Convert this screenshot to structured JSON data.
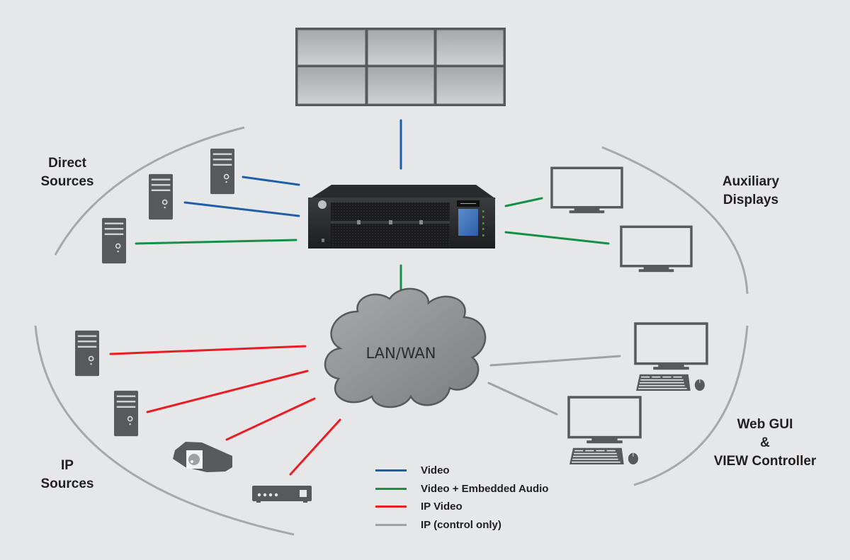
{
  "colors": {
    "background": "#e6e7e9",
    "video": "#1f5fa8",
    "video_audio": "#149147",
    "ip_video": "#ec1c24",
    "ip_control": "#a0a1a3",
    "icon": "#58595b",
    "arc": "#a7a8aa"
  },
  "labels": {
    "direct_sources": [
      "Direct",
      "Sources"
    ],
    "ip_sources": [
      "IP",
      "Sources"
    ],
    "auxiliary_displays": [
      "Auxiliary",
      "Displays"
    ],
    "web_gui": [
      "Web GUI",
      "&",
      "VIEW Controller"
    ]
  },
  "network": {
    "cloud_label": "LAN/WAN"
  },
  "devices": {
    "video_wall": {
      "rows": 2,
      "cols": 3
    },
    "controller": "video wall processor",
    "direct_sources": [
      "pc-tower",
      "pc-tower",
      "pc-tower"
    ],
    "auxiliary_displays": [
      "monitor",
      "monitor"
    ],
    "ip_sources": [
      "pc-tower",
      "pc-tower",
      "ip-camera",
      "encoder-box"
    ],
    "control_stations": [
      "workstation",
      "workstation"
    ]
  },
  "legend": [
    {
      "key": "video",
      "label": "Video",
      "color": "#1f5fa8"
    },
    {
      "key": "video_audio",
      "label": "Video + Embedded Audio",
      "color": "#149147"
    },
    {
      "key": "ip_video",
      "label": "IP Video",
      "color": "#ec1c24"
    },
    {
      "key": "ip_control",
      "label": "IP (control only)",
      "color": "#a0a1a3"
    }
  ]
}
